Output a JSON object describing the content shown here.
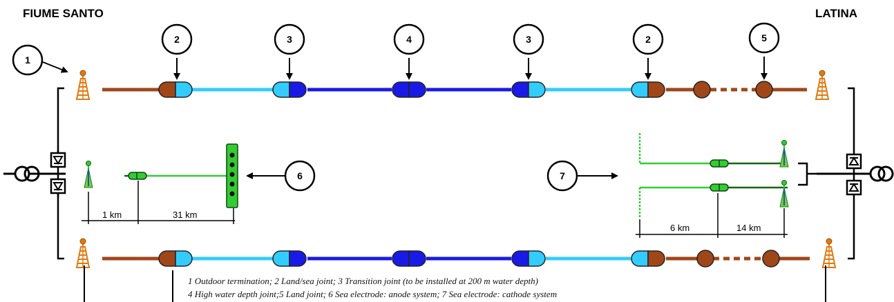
{
  "sites": {
    "left": "FIUME SANTO",
    "right": "LATINA"
  },
  "callouts": [
    "1",
    "2",
    "3",
    "4",
    "3",
    "2",
    "5",
    "6",
    "7"
  ],
  "distances": {
    "anode_land": "1 km",
    "anode_sea": "31 km",
    "cathode_land": "6 km",
    "cathode_sea": "14 km"
  },
  "caption": {
    "line1": "1 Outdoor termination; 2 Land/sea joint;  3 Transition joint (to be installed at 200 m water depth)",
    "line2": "4 High water depth joint;5 Land joint; 6 Sea electrode: anode system; 7 Sea electrode: cathode system"
  },
  "colors": {
    "land_cable": "#a0471a",
    "shallow_sea_cable": "#33ccff",
    "deep_sea_cable": "#1a1ae6",
    "electrode_green": "#33cc33",
    "dark_green": "#116611",
    "tower": "#e07a10"
  }
}
